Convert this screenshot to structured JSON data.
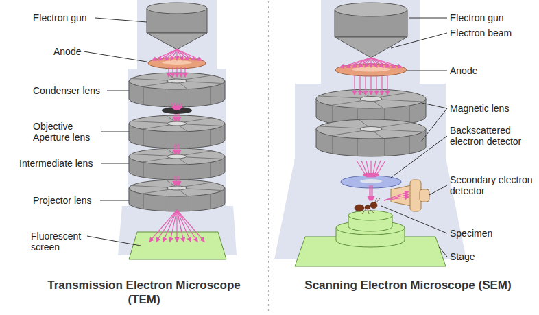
{
  "diagram": {
    "labels": [
      "Electron gun",
      "Anode",
      "Condenser lens",
      "Objective Aperture lens",
      "Intermediate lens",
      "Projector lens",
      "Fluorescent screen",
      "Transmission Electron Microscope (TEM)",
      "Electron gun",
      "Electron beam",
      "Anode",
      "Magnetic lens",
      "Backscattered electron detector",
      "Secondary electron detector",
      "Specimen",
      "Stage",
      "Scanning Electron Microscope (SEM)"
    ]
  }
}
